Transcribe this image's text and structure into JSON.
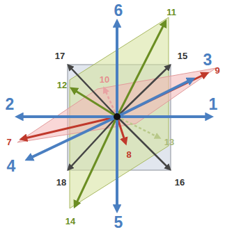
{
  "diagram": {
    "labels": [
      "6",
      "11",
      "17",
      "15",
      "3",
      "12",
      "10",
      "9",
      "2",
      "1",
      "7",
      "4",
      "8",
      "13",
      "18",
      "16",
      "14",
      "5"
    ]
  }
}
